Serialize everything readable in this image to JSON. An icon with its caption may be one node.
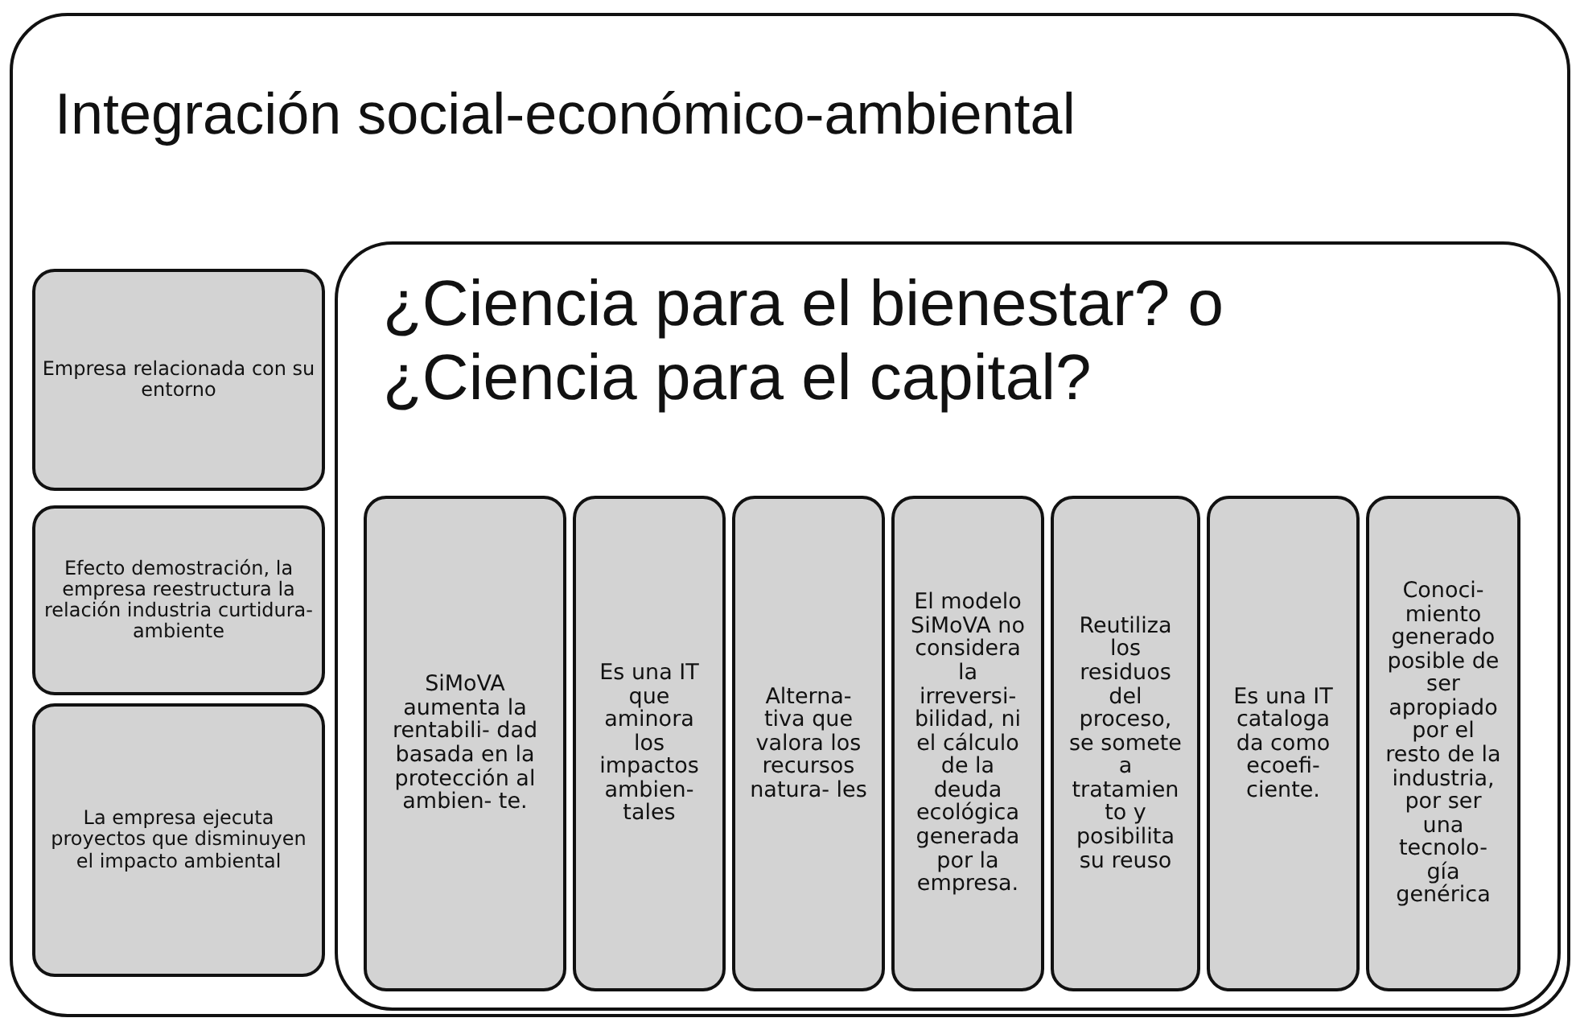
{
  "diagram": {
    "nodes": [
      {
        "text": [
          "Integración social-económico-ambiental"
        ]
      },
      {
        "text": [
          "Empresa relacionada con su entorno"
        ],
        "in": 0
      },
      {
        "text": [
          "Efecto demostración, la empresa reestructura la relación industria curtidura-ambiente"
        ],
        "in": 0
      },
      {
        "text": [
          "La empresa ejecuta proyectos que disminuyen el impacto ambiental"
        ],
        "in": 0
      },
      {
        "text": [
          "¿Ciencia para el bienestar? o ¿Ciencia para el capital?"
        ],
        "in": 0
      },
      {
        "text": [
          "SiMoVA aumenta la rentabili- dad basada en la protección al ambien- te."
        ],
        "in": 4
      },
      {
        "text": [
          "Es una IT que aminora los impactos ambien- tales"
        ],
        "in": 4
      },
      {
        "text": [
          "Alterna- tiva que valora los recursos natura- les"
        ],
        "in": 4
      },
      {
        "text": [
          "El modelo SiMoVA no considera la irreversi- bilidad, ni el cálculo de la deuda ecológica generada por la empresa."
        ],
        "in": 4
      },
      {
        "text": [
          "Reutiliza los residuos del proceso, se somete a tratamien to y posibilita su reuso"
        ],
        "in": 4
      },
      {
        "text": [
          "Es una IT cataloga da como ecoefi- ciente."
        ],
        "in": 4
      },
      {
        "text": [
          "Conoci- miento generado posible de ser apropiado por el resto de la industria, por ser una tecnolo- gía genérica"
        ],
        "in": 4
      }
    ],
    "edges": []
  }
}
